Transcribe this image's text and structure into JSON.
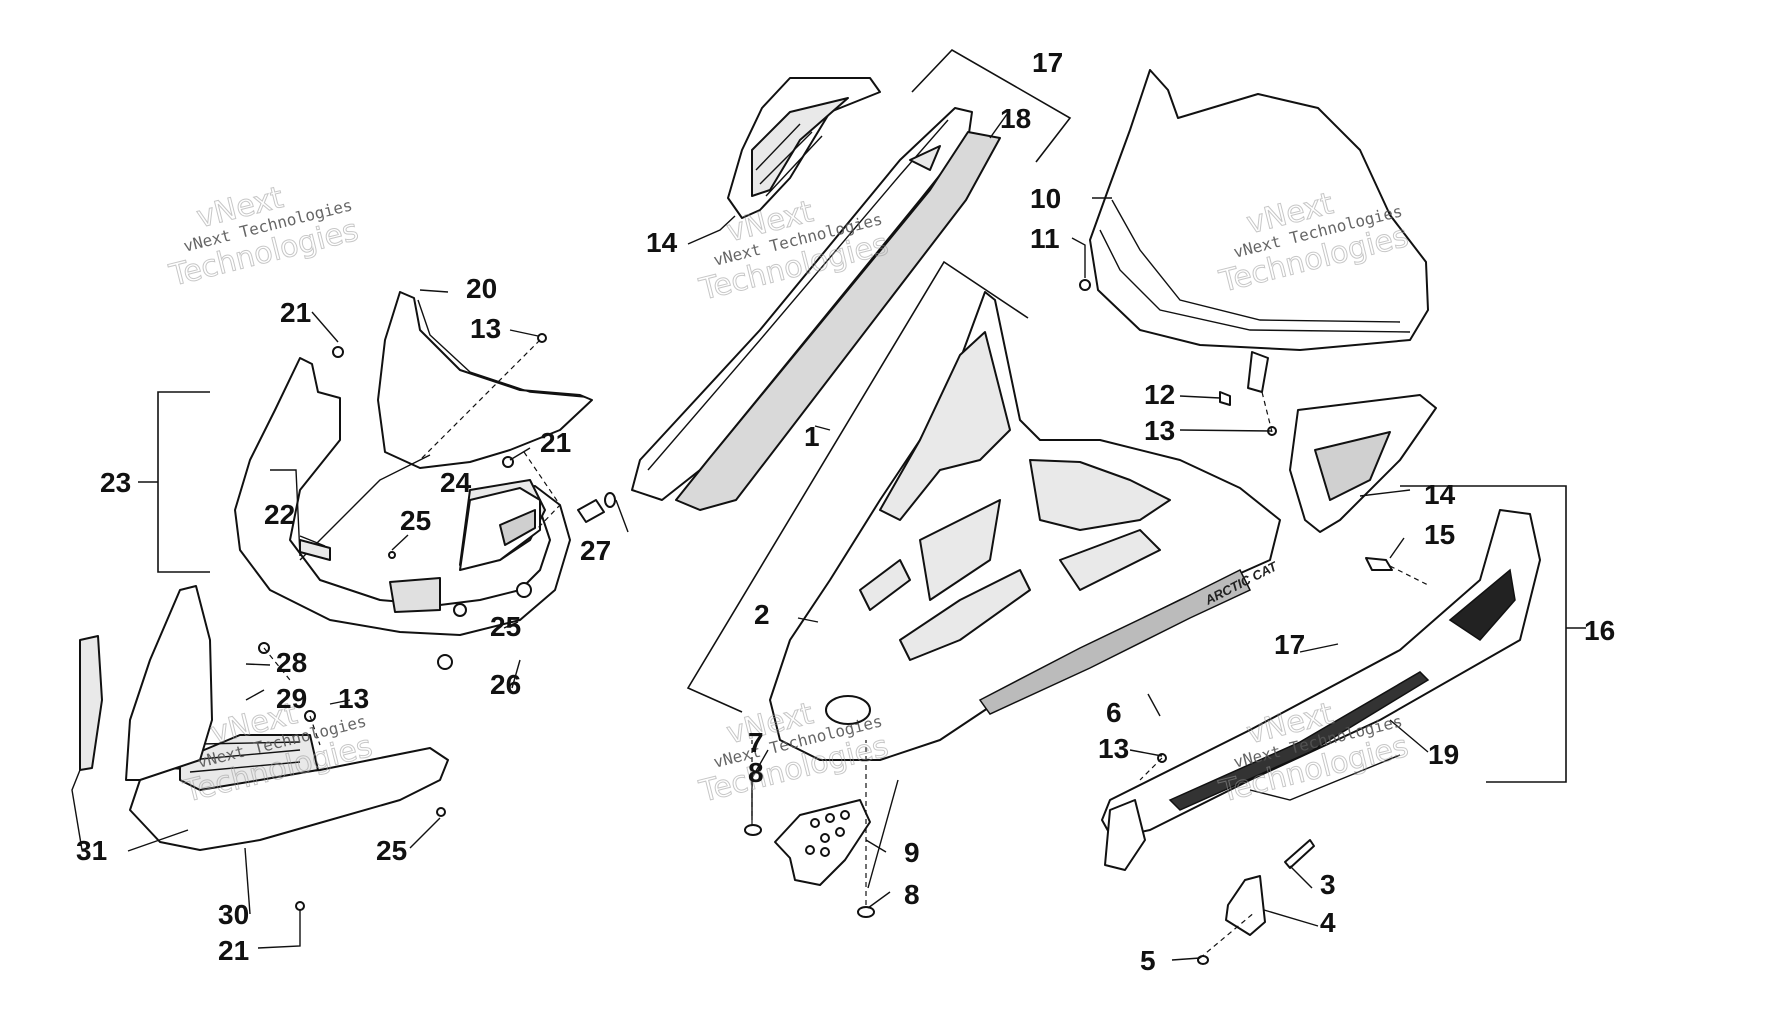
{
  "diagram": {
    "brand_decal": "ARCTIC CAT",
    "watermarks": [
      {
        "line1": "vNext",
        "line2": "vNext Technologies",
        "line3": "Technologies"
      },
      {
        "line1": "vNext",
        "line2": "vNext Technologies",
        "line3": "Technologies"
      },
      {
        "line1": "vNext",
        "line2": "vNext Technologies",
        "line3": "Technologies"
      },
      {
        "line1": "vNext",
        "line2": "vNext Technologies",
        "line3": "Technologies"
      },
      {
        "line1": "vNext",
        "line2": "vNext Technologies",
        "line3": "Technologies"
      },
      {
        "line1": "vNext",
        "line2": "vNext Technologies",
        "line3": "Technologies"
      }
    ],
    "callouts": [
      "17",
      "18",
      "14",
      "10",
      "11",
      "21",
      "20",
      "13",
      "23",
      "21",
      "24",
      "22",
      "25",
      "27",
      "1",
      "12",
      "13",
      "14",
      "15",
      "16",
      "2",
      "25",
      "26",
      "28",
      "29",
      "13",
      "17",
      "6",
      "7",
      "8",
      "13",
      "19",
      "31",
      "25",
      "9",
      "8",
      "3",
      "4",
      "5",
      "30",
      "21"
    ]
  }
}
